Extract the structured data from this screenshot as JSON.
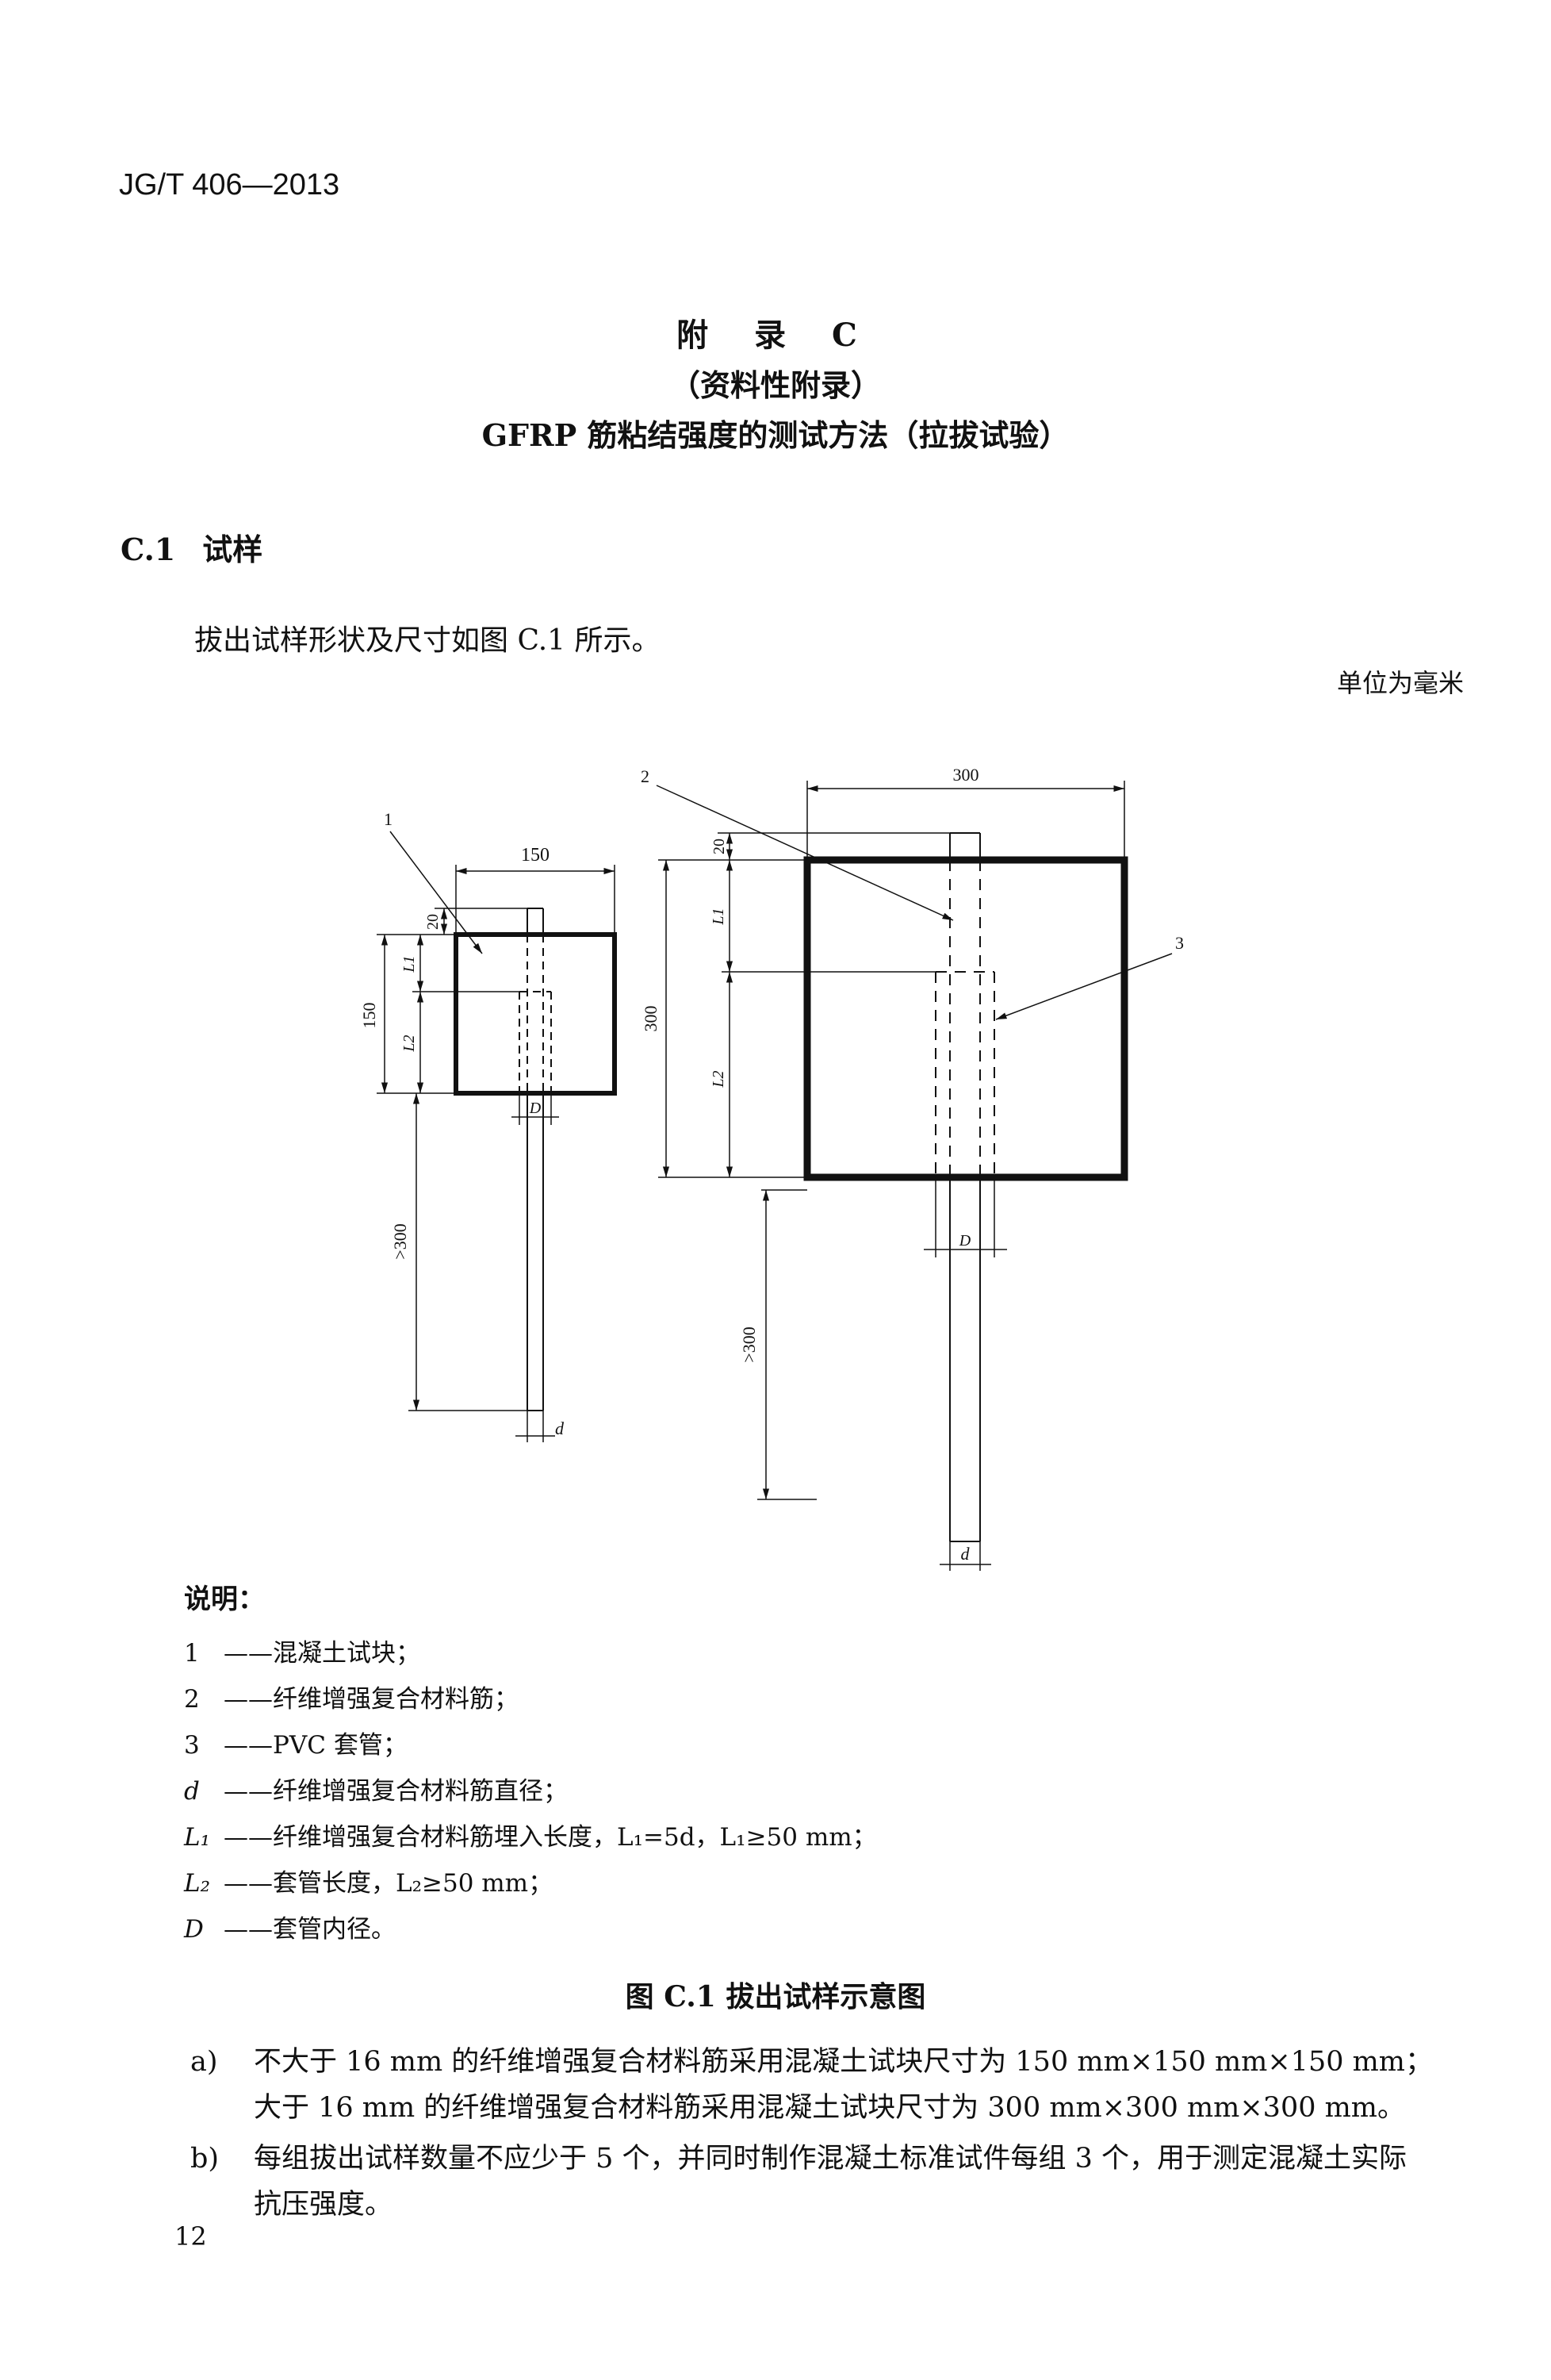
{
  "header": {
    "standard_code": "JG/T 406—2013"
  },
  "title": {
    "appendix": "附 录 C",
    "nature": "（资料性附录）",
    "name": "GFRP 筋粘结强度的测试方法（拉拔试验）"
  },
  "section": {
    "number": "C.1",
    "title": "试样"
  },
  "intro": "拔出试样形状及尺寸如图 C.1 所示。",
  "unit_note": "单位为毫米",
  "figure": {
    "left": {
      "width": "150",
      "height": "150",
      "top_offset": "20",
      "L1": "L1",
      "L2": "L2",
      "D": "D",
      "bottom_length": ">300",
      "d": "d",
      "callout": "1"
    },
    "right": {
      "width": "300",
      "height": "300",
      "top_offset": "20",
      "L1": "L1",
      "L2": "L2",
      "D": "D",
      "bottom_length": ">300",
      "d": "d",
      "callout_rebar": "2",
      "callout_sleeve": "3"
    }
  },
  "legend": {
    "title": "说明：",
    "items": [
      {
        "key": "1",
        "text": "——混凝土试块；"
      },
      {
        "key": "2",
        "text": "——纤维增强复合材料筋；"
      },
      {
        "key": "3",
        "text": "——PVC 套管；"
      },
      {
        "key": "d",
        "text": "——纤维增强复合材料筋直径；"
      },
      {
        "key": "L₁",
        "text": "——纤维增强复合材料筋埋入长度，L₁=5d，L₁≥50 mm；"
      },
      {
        "key": "L₂",
        "text": "——套管长度，L₂≥50 mm；"
      },
      {
        "key": "D",
        "text": "——套管内径。"
      }
    ]
  },
  "caption": "图 C.1  拔出试样示意图",
  "list": [
    {
      "label": "a)",
      "lines": [
        "不大于 16 mm 的纤维增强复合材料筋采用混凝土试块尺寸为 150 mm×150 mm×150 mm；",
        "大于 16 mm 的纤维增强复合材料筋采用混凝土试块尺寸为 300 mm×300 mm×300 mm。"
      ]
    },
    {
      "label": "b)",
      "lines": [
        "每组拔出试样数量不应少于 5 个，并同时制作混凝土标准试件每组 3 个，用于测定混凝土实际",
        "抗压强度。"
      ]
    }
  ],
  "page_number": "12"
}
